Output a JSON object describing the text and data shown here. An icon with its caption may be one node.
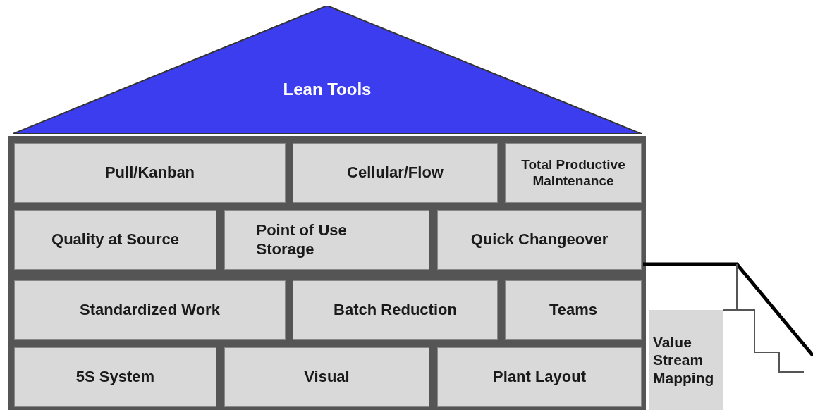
{
  "diagram": {
    "nodes": [
      {
        "text": [
          "Lean Tools"
        ]
      },
      {
        "text": [
          "Pull/Kanban"
        ]
      },
      {
        "text": [
          "Cellular/Flow"
        ]
      },
      {
        "text": [
          "Total Productive Maintenance"
        ]
      },
      {
        "text": [
          "Quality at Source"
        ]
      },
      {
        "text": [
          "Point of Use Storage"
        ]
      },
      {
        "text": [
          "Quick Changeover"
        ]
      },
      {
        "text": [
          "Standardized Work"
        ]
      },
      {
        "text": [
          "Batch Reduction"
        ]
      },
      {
        "text": [
          "Teams"
        ]
      },
      {
        "text": [
          "5S System"
        ]
      },
      {
        "text": [
          "Visual"
        ]
      },
      {
        "text": [
          "Plant Layout"
        ]
      },
      {
        "text": [
          "Value Stream Mapping"
        ]
      }
    ],
    "edges": []
  }
}
